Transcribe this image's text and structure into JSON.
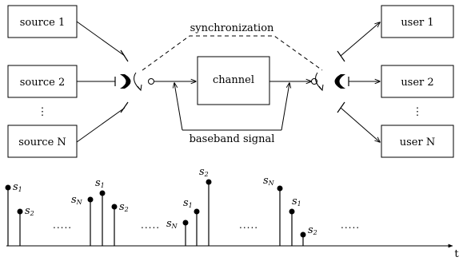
{
  "sources": [
    {
      "label": "source 1"
    },
    {
      "label": "source 2"
    },
    {
      "label": "source N"
    }
  ],
  "users": [
    {
      "label": "user 1"
    },
    {
      "label": "user 2"
    },
    {
      "label": "user N"
    }
  ],
  "channel": {
    "label": "channel"
  },
  "synchronization": {
    "label": "synchronization"
  },
  "baseband": {
    "label": "baseband signal"
  },
  "vertical_dots": "⋮",
  "timeline": {
    "axis_label": "t",
    "ellipsis": ".....",
    "sample_labels": [
      {
        "main": "s",
        "sub": "1"
      },
      {
        "main": "s",
        "sub": "2"
      },
      {
        "main": "s",
        "sub": "N"
      },
      {
        "main": "s",
        "sub": "1"
      },
      {
        "main": "s",
        "sub": "2"
      },
      {
        "main": "s",
        "sub": "N"
      },
      {
        "main": "s",
        "sub": "1"
      },
      {
        "main": "s",
        "sub": "2"
      },
      {
        "main": "s",
        "sub": "N"
      },
      {
        "main": "s",
        "sub": "1"
      },
      {
        "main": "s",
        "sub": "2"
      }
    ]
  }
}
